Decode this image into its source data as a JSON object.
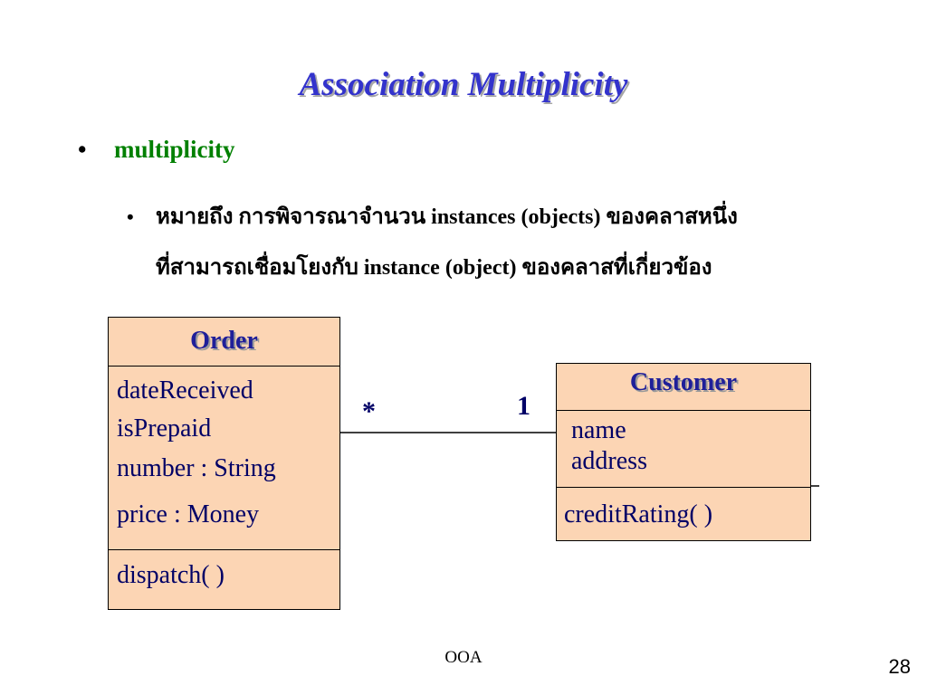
{
  "title": "Association Multiplicity",
  "bullets": {
    "level1": "multiplicity",
    "level2_line1": "หมายถึง การพิจารณาจำนวน instances (objects) ของคลาสหนึ่ง",
    "level2_line2": "ที่สามารถเชื่อมโยงกับ instance (object) ของคลาสที่เกี่ยวข้อง"
  },
  "diagram": {
    "order": {
      "name": "Order",
      "attributes": [
        "dateReceived",
        "isPrepaid",
        "number : String",
        "price : Money"
      ],
      "operations": [
        "dispatch( )"
      ]
    },
    "customer": {
      "name": "Customer",
      "attributes": [
        "name",
        "address"
      ],
      "operations": [
        "creditRating( )"
      ]
    },
    "association": {
      "order_end": "*",
      "customer_end": "1"
    },
    "fill_color": "#fcd5b4"
  },
  "footer": {
    "center": "OOA",
    "page_number": "28"
  }
}
